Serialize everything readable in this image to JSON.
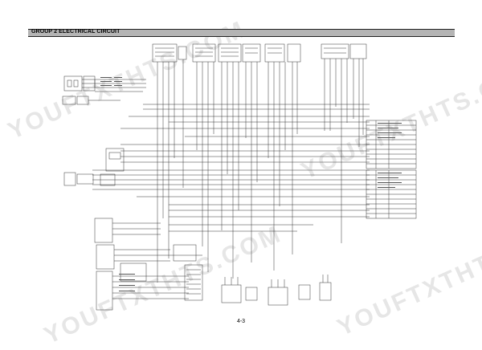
{
  "header": {
    "title": "GROUP 2 ELECTRICAL CIRCUIT"
  },
  "watermarks": [
    "YOUFTXTHTS.COM",
    "YOUFTXTHTS.COM",
    "YOUFTXTHTS.COM",
    "YOUFTXTHTS.COM"
  ],
  "page": {
    "number": "4-3"
  }
}
